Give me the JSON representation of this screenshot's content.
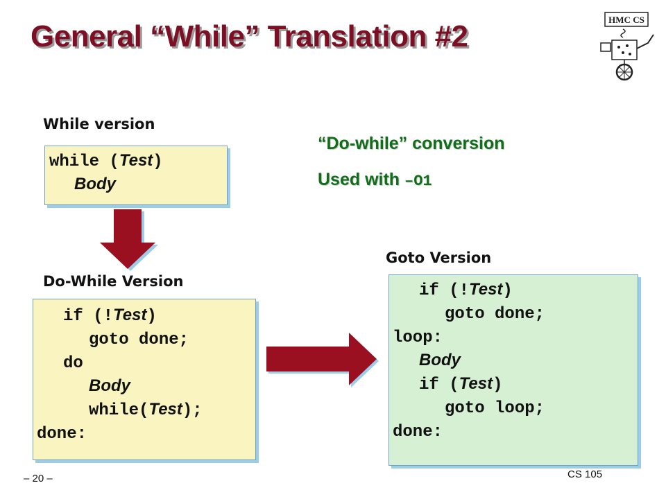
{
  "slide": {
    "title": "General “While” Translation #2",
    "logo_text": "HMC CS",
    "page_number": "– 20 –",
    "course": "CS 105"
  },
  "while_section": {
    "label": "While version",
    "kw_while": "while (",
    "test": "Test",
    "close": ")",
    "body": "Body"
  },
  "conversion_note": {
    "line1": "“Do-while” conversion",
    "line2_prefix": "Used with ",
    "line2_flag": "–O1"
  },
  "dowhile_section": {
    "label": "Do-While Version",
    "if_open": "if (!",
    "test1": "Test",
    "if_close": ")",
    "goto_done": "goto done;",
    "do_kw": "do",
    "body": "Body",
    "while_open": "while(",
    "test2": "Test",
    "while_close": ");",
    "done_label": "done:"
  },
  "goto_section": {
    "label": "Goto Version",
    "if_open": "if (!",
    "test1": "Test",
    "if_close": ")",
    "goto_done": "goto done;",
    "loop_label": "loop:",
    "body": "Body",
    "if2_open": "if (",
    "test2": "Test",
    "if2_close": ")",
    "goto_loop": "goto loop;",
    "done_label": "done:"
  },
  "colors": {
    "title": "#7d0f24",
    "arrow": "#9b1020",
    "note_green": "#0f6e17",
    "box_yellow": "#f9f4c0",
    "box_green": "#d6f0d4"
  }
}
